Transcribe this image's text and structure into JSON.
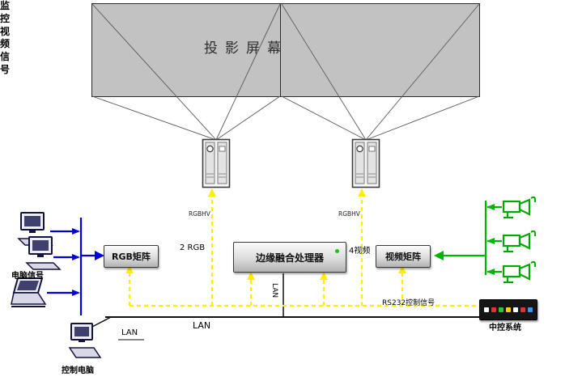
{
  "screen": {
    "label": "投影屏幕"
  },
  "projection": {
    "left_signal_label": "RGBHV",
    "right_signal_label": "RGBHV"
  },
  "devices": {
    "rgb_matrix": "RGB矩阵",
    "edge_processor": "边缘融合处理器",
    "video_matrix": "视频矩阵",
    "central_control": "中控系统"
  },
  "sources": {
    "computer_signal": "电脑信号",
    "control_computer": "控制电脑",
    "surveillance_signal": "监控视频信号"
  },
  "links": {
    "rgb": "2 RGB",
    "video": "4视频",
    "rs232": "RS232控制信号",
    "lan_main": "LAN",
    "lan_riser": "LAN",
    "lan_control": "LAN"
  },
  "colors": {
    "computer_bus_blue": "#0000d8",
    "control_bus_yellow": "#ffee00",
    "video_bus_green": "#00b400",
    "screen_gray": "#c2c2c2"
  }
}
